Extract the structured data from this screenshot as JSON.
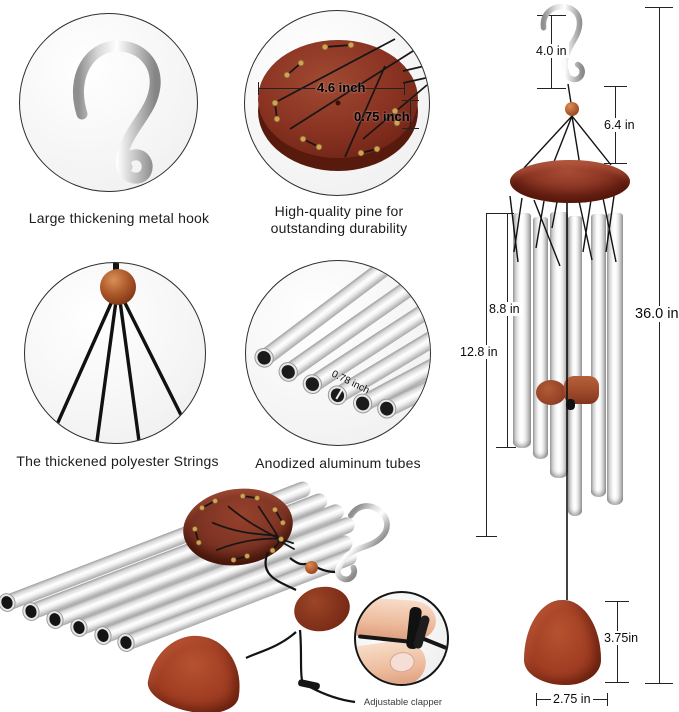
{
  "captions": {
    "hook": "Large thickening metal hook",
    "pine1": "High-quality pine for",
    "pine2": "outstanding durability",
    "strings": "The thickened polyester Strings",
    "tubes": "Anodized aluminum tubes",
    "clapper": "Adjustable clapper"
  },
  "measurements": {
    "pine_diameter": "4.6 inch",
    "pine_thickness": "0.75 inch",
    "tube_diameter": "0.78 inch",
    "hook_length": "4.0 in",
    "hang_drop": "6.4 in",
    "tube_short": "8.8 in",
    "tube_long": "12.8 in",
    "total": "36.0 in",
    "sail_height": "3.75in",
    "sail_width": "2.75 in"
  },
  "colors": {
    "wood": "#8e3725",
    "wood_dark": "#5c1f12",
    "tube_silver": "#e8e8e8",
    "line": "#222222",
    "background": "#ffffff"
  }
}
